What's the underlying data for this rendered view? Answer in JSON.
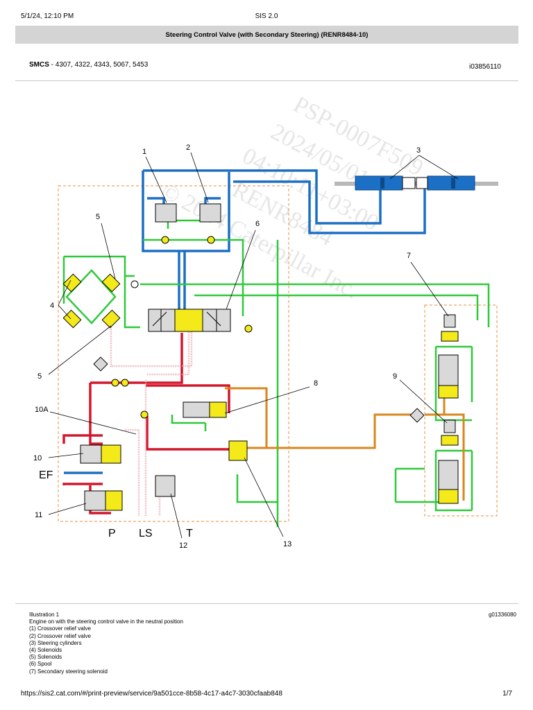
{
  "print_header": {
    "datetime": "5/1/24, 12:10 PM",
    "app": "SIS 2.0"
  },
  "title": "Steering Control Valve (with Secondary Steering) (RENR8484-10)",
  "smcs": {
    "label": "SMCS",
    "codes": " - 4307, 4322, 4343, 5067, 5453"
  },
  "doc_id": "i03856110",
  "watermark": [
    "PSP-0007F509",
    "2024/05/01",
    "04:10:11+03:00",
    "RENR8484",
    "© 2024 Caterpillar Inc."
  ],
  "diagram_labels": {
    "l1": "1",
    "l2": "2",
    "l3": "3",
    "l4": "4",
    "l5a": "5",
    "l5b": "5",
    "l6": "6",
    "l7": "7",
    "l8": "8",
    "l9": "9",
    "l10a": "10A",
    "l10": "10",
    "l11": "11",
    "l12": "12",
    "l13": "13",
    "ef": "EF",
    "p": "P",
    "ls": "LS",
    "t": "T"
  },
  "colors": {
    "blue": "#1b6fc4",
    "green": "#2ec93a",
    "red": "#d3162d",
    "orange": "#d9861c",
    "pink": "#e8a0a8",
    "yellow": "#f4ea1a",
    "frame": "#f0a060"
  },
  "caption": {
    "title": "Illustration 1",
    "graphic_id": "g01336080",
    "description": "Engine on with the steering control valve in the neutral position",
    "items": [
      "(1) Crossover relief valve",
      "(2) Crossover relief valve",
      "(3) Steering cylinders",
      "(4) Solenoids",
      "(5) Solenoids",
      "(6) Spool",
      "(7) Secondary steering solenoid"
    ]
  },
  "footer": {
    "url": "https://sis2.cat.com/#/print-preview/service/9a501cce-8b58-4c17-a4c7-3030cfaab848",
    "page": "1/7"
  }
}
